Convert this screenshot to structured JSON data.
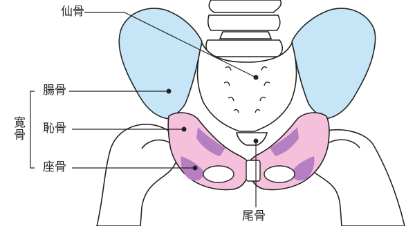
{
  "labels": {
    "sacrum": "仙骨",
    "ilium": "腸骨",
    "pubis": "恥骨",
    "ischium": "座骨",
    "coccyx": "尾骨",
    "hip_bone": "寛骨"
  },
  "colors": {
    "ilium": "#c6e5f6",
    "pubis": "#f4c0dc",
    "pubis_dark": "#b57fc2",
    "outline": "#222222",
    "leader": "#222222",
    "background": "#ffffff"
  }
}
